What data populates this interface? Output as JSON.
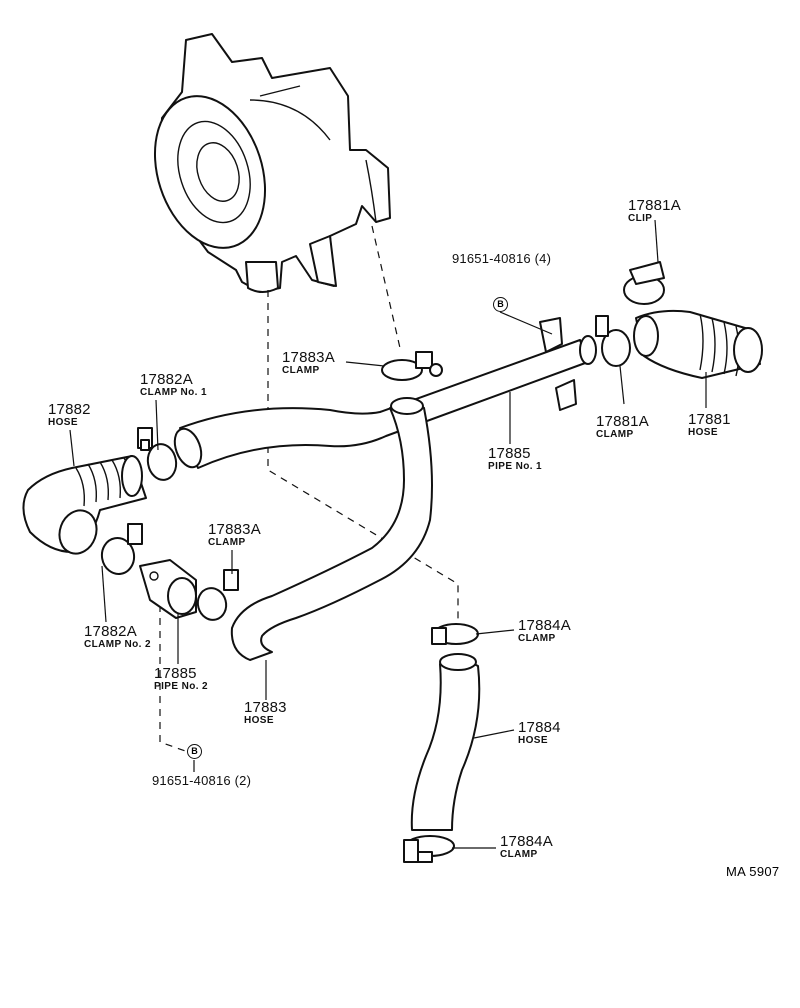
{
  "callouts": {
    "c_17881a_clip": {
      "number": "17881A",
      "name": "CLIP"
    },
    "c_bolt_top": {
      "number": "91651-40816 (4)",
      "badge": "B"
    },
    "c_17883a_top": {
      "number": "17883A",
      "name": "CLAMP"
    },
    "c_17882a_top": {
      "number": "17882A",
      "name": "CLAMP No. 1"
    },
    "c_17882": {
      "number": "17882",
      "name": "HOSE"
    },
    "c_17881a_clamp": {
      "number": "17881A",
      "name": "CLAMP"
    },
    "c_17881": {
      "number": "17881",
      "name": "HOSE"
    },
    "c_17885_pipe1": {
      "number": "17885",
      "name": "PIPE No. 1"
    },
    "c_17883a_mid": {
      "number": "17883A",
      "name": "CLAMP"
    },
    "c_17882a_bottom": {
      "number": "17882A",
      "name": "CLAMP No. 2"
    },
    "c_17885_pipe2": {
      "number": "17885",
      "name": "PIPE No. 2"
    },
    "c_17883": {
      "number": "17883",
      "name": "HOSE"
    },
    "c_17884a_top": {
      "number": "17884A",
      "name": "CLAMP"
    },
    "c_17884": {
      "number": "17884",
      "name": "HOSE"
    },
    "c_17884a_bottom": {
      "number": "17884A",
      "name": "CLAMP"
    },
    "c_bolt_bottom": {
      "number": "91651-40816 (2)",
      "badge": "B"
    }
  },
  "drawing_ref": "MA  5907"
}
